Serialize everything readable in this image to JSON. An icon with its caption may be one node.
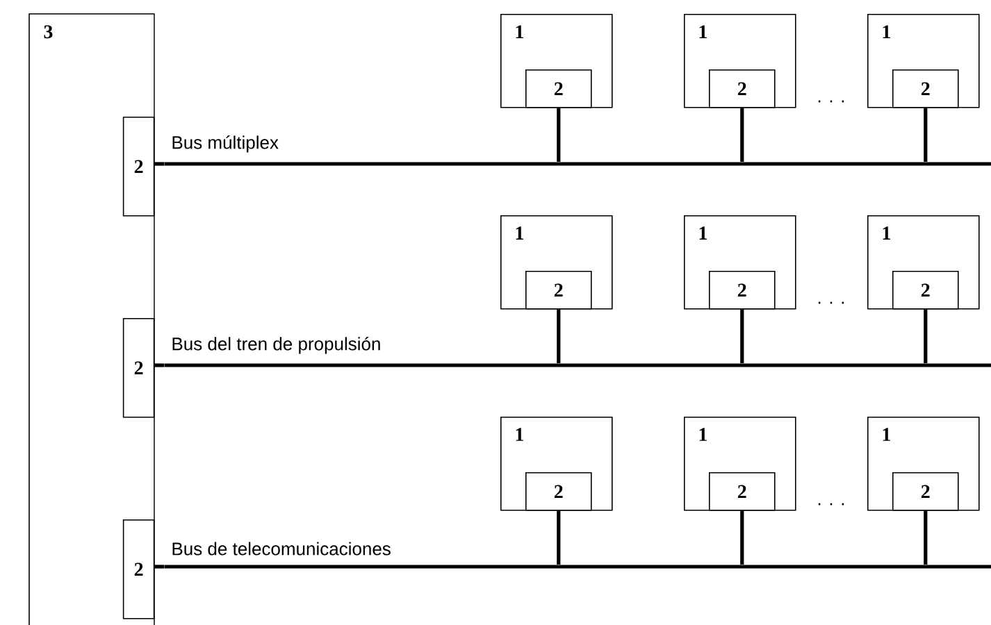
{
  "diagram": {
    "nodes": [
      {
        "text": [
          "3"
        ]
      },
      {
        "text": [
          "1"
        ]
      },
      {
        "text": [
          "2"
        ],
        "in": 1
      },
      {
        "text": [
          "1"
        ]
      },
      {
        "text": [
          "2"
        ],
        "in": 3
      },
      {
        "text": [
          "1"
        ]
      },
      {
        "text": [
          "2"
        ],
        "in": 5
      },
      {
        "text": [
          "2"
        ],
        "in": 0
      },
      {
        "text": [
          "Bus múltiplex"
        ]
      },
      {
        "text": [
          "1"
        ]
      },
      {
        "text": [
          "2"
        ],
        "in": 9
      },
      {
        "text": [
          "1"
        ]
      },
      {
        "text": [
          "2"
        ],
        "in": 11
      },
      {
        "text": [
          "1"
        ]
      },
      {
        "text": [
          "2"
        ],
        "in": 13
      },
      {
        "text": [
          "2"
        ],
        "in": 0
      },
      {
        "text": [
          "Bus del tren de propulsión"
        ]
      },
      {
        "text": [
          "1"
        ]
      },
      {
        "text": [
          "2"
        ],
        "in": 17
      },
      {
        "text": [
          "1"
        ]
      },
      {
        "text": [
          "2"
        ],
        "in": 19
      },
      {
        "text": [
          "1"
        ]
      },
      {
        "text": [
          "2"
        ],
        "in": 21
      },
      {
        "text": [
          "2"
        ],
        "in": 0
      },
      {
        "text": [
          "Bus de telecomunicaciones"
        ]
      }
    ],
    "edges": [
      {
        "from": 7,
        "to": 8,
        "arrow": "none"
      },
      {
        "from": 2,
        "to": 8,
        "arrow": "none"
      },
      {
        "from": 4,
        "to": 8,
        "arrow": "none"
      },
      {
        "from": 6,
        "to": 8,
        "arrow": "none"
      },
      {
        "from": 15,
        "to": 16,
        "arrow": "none"
      },
      {
        "from": 10,
        "to": 16,
        "arrow": "none"
      },
      {
        "from": 12,
        "to": 16,
        "arrow": "none"
      },
      {
        "from": 14,
        "to": 16,
        "arrow": "none"
      },
      {
        "from": 23,
        "to": 24,
        "arrow": "none"
      },
      {
        "from": 18,
        "to": 24,
        "arrow": "none"
      },
      {
        "from": 20,
        "to": 24,
        "arrow": "none"
      },
      {
        "from": 22,
        "to": 24,
        "arrow": "none"
      }
    ],
    "labels": [
      ". . .",
      ". . .",
      ". . ."
    ]
  }
}
